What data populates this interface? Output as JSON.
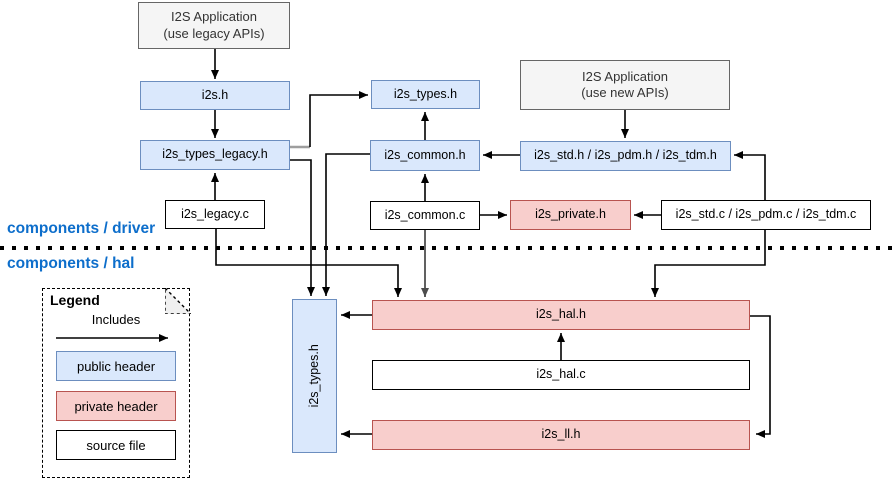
{
  "sections": {
    "driver_label": "components / driver",
    "hal_label": "components / hal"
  },
  "colors": {
    "public_header_fill": "#dae8fc",
    "public_header_border": "#6c8ebf",
    "private_header_fill": "#f8cecc",
    "private_header_border": "#b85450",
    "app_box_fill": "#f5f5f5",
    "app_box_border": "#666666",
    "section_label_blue": "#0d6ecb"
  },
  "nodes": {
    "app_legacy": {
      "line1": "I2S Application",
      "line2": "(use legacy APIs)",
      "type": "application"
    },
    "app_new": {
      "line1": "I2S Application",
      "line2": "(use new APIs)",
      "type": "application"
    },
    "i2s_h": {
      "label": "i2s.h",
      "type": "public header"
    },
    "i2s_types_legacy_h": {
      "label": "i2s_types_legacy.h",
      "type": "public header"
    },
    "i2s_legacy_c": {
      "label": "i2s_legacy.c",
      "type": "source file"
    },
    "i2s_types_h_driver": {
      "label": "i2s_types.h",
      "type": "public header"
    },
    "i2s_common_h": {
      "label": "i2s_common.h",
      "type": "public header"
    },
    "i2s_common_c": {
      "label": "i2s_common.c",
      "type": "source file"
    },
    "i2s_std_pdm_tdm_h": {
      "label": "i2s_std.h / i2s_pdm.h / i2s_tdm.h",
      "type": "public header"
    },
    "i2s_private_h": {
      "label": "i2s_private.h",
      "type": "private header"
    },
    "i2s_std_pdm_tdm_c": {
      "label": "i2s_std.c / i2s_pdm.c / i2s_tdm.c",
      "type": "source file"
    },
    "i2s_types_h_hal": {
      "label": "i2s_types.h",
      "type": "public header"
    },
    "i2s_hal_h": {
      "label": "i2s_hal.h",
      "type": "private header"
    },
    "i2s_hal_c": {
      "label": "i2s_hal.c",
      "type": "source file"
    },
    "i2s_ll_h": {
      "label": "i2s_ll.h",
      "type": "private header"
    }
  },
  "edges": [
    {
      "from": "app_legacy",
      "to": "i2s_h"
    },
    {
      "from": "i2s_h",
      "to": "i2s_types_legacy_h"
    },
    {
      "from": "i2s_legacy_c",
      "to": "i2s_types_legacy_h"
    },
    {
      "from": "i2s_types_legacy_h",
      "to": "i2s_types_h_driver"
    },
    {
      "from": "i2s_common_h",
      "to": "i2s_types_h_driver"
    },
    {
      "from": "i2s_common_c",
      "to": "i2s_common_h"
    },
    {
      "from": "i2s_std_pdm_tdm_h",
      "to": "i2s_common_h"
    },
    {
      "from": "app_new",
      "to": "i2s_std_pdm_tdm_h"
    },
    {
      "from": "i2s_common_c",
      "to": "i2s_private_h"
    },
    {
      "from": "i2s_std_pdm_tdm_c",
      "to": "i2s_private_h"
    },
    {
      "from": "i2s_std_pdm_tdm_c",
      "to": "i2s_std_pdm_tdm_h"
    },
    {
      "from": "i2s_std_pdm_tdm_c",
      "to": "i2s_hal_h"
    },
    {
      "from": "i2s_legacy_c",
      "to": "i2s_hal_h"
    },
    {
      "from": "i2s_common_c",
      "to": "i2s_hal_h"
    },
    {
      "from": "i2s_types_legacy_h",
      "to": "i2s_types_h_hal"
    },
    {
      "from": "i2s_common_h",
      "to": "i2s_types_h_hal"
    },
    {
      "from": "i2s_hal_h",
      "to": "i2s_types_h_hal"
    },
    {
      "from": "i2s_hal_c",
      "to": "i2s_hal_h"
    },
    {
      "from": "i2s_hal_h",
      "to": "i2s_ll_h"
    },
    {
      "from": "i2s_ll_h",
      "to": "i2s_types_h_hal"
    }
  ],
  "legend": {
    "title": "Legend",
    "includes_label": "Includes",
    "items": [
      {
        "label": "public header"
      },
      {
        "label": "private header"
      },
      {
        "label": "source file"
      }
    ]
  }
}
